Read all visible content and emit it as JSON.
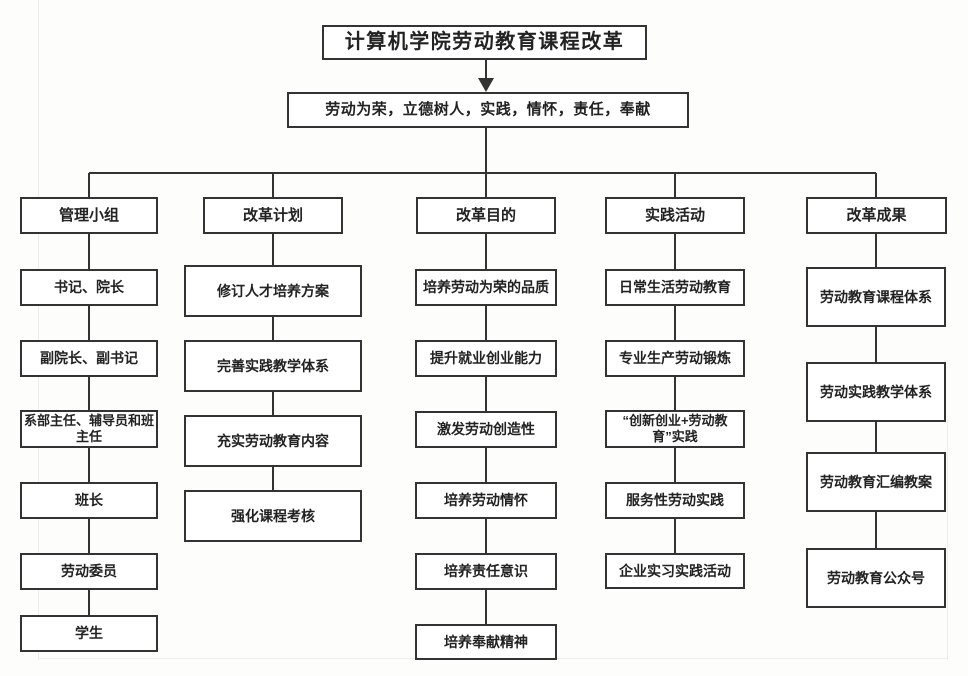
{
  "diagram": {
    "title": "计算机学院劳动教育课程改革",
    "motto": "劳动为荣，立德树人，实践，情怀，责任，奉献",
    "columns": [
      {
        "header": "管理小组",
        "items": [
          "书记、院长",
          "副院长、副书记",
          "系部主任、辅导员和班主任",
          "班长",
          "劳动委员",
          "学生"
        ]
      },
      {
        "header": "改革计划",
        "items": [
          "修订人才培养方案",
          "完善实践教学体系",
          "充实劳动教育内容",
          "强化课程考核"
        ]
      },
      {
        "header": "改革目的",
        "items": [
          "培养劳动为荣的品质",
          "提升就业创业能力",
          "激发劳动创造性",
          "培养劳动情怀",
          "培养责任意识",
          "培养奉献精神"
        ]
      },
      {
        "header": "实践活动",
        "items": [
          "日常生活劳动教育",
          "专业生产劳动锻炼",
          "“创新创业+劳动教育”实践",
          "服务性劳动实践",
          "企业实习实践活动"
        ]
      },
      {
        "header": "改革成果",
        "items": [
          "劳动教育课程体系",
          "劳动实践教学体系",
          "劳动教育汇编教案",
          "劳动教育公众号"
        ]
      }
    ],
    "colors": {
      "line": "#333333",
      "box_border": "#333333",
      "box_bg": "#ffffff",
      "page_bg": "#fdfdfc",
      "text": "#222222"
    }
  }
}
